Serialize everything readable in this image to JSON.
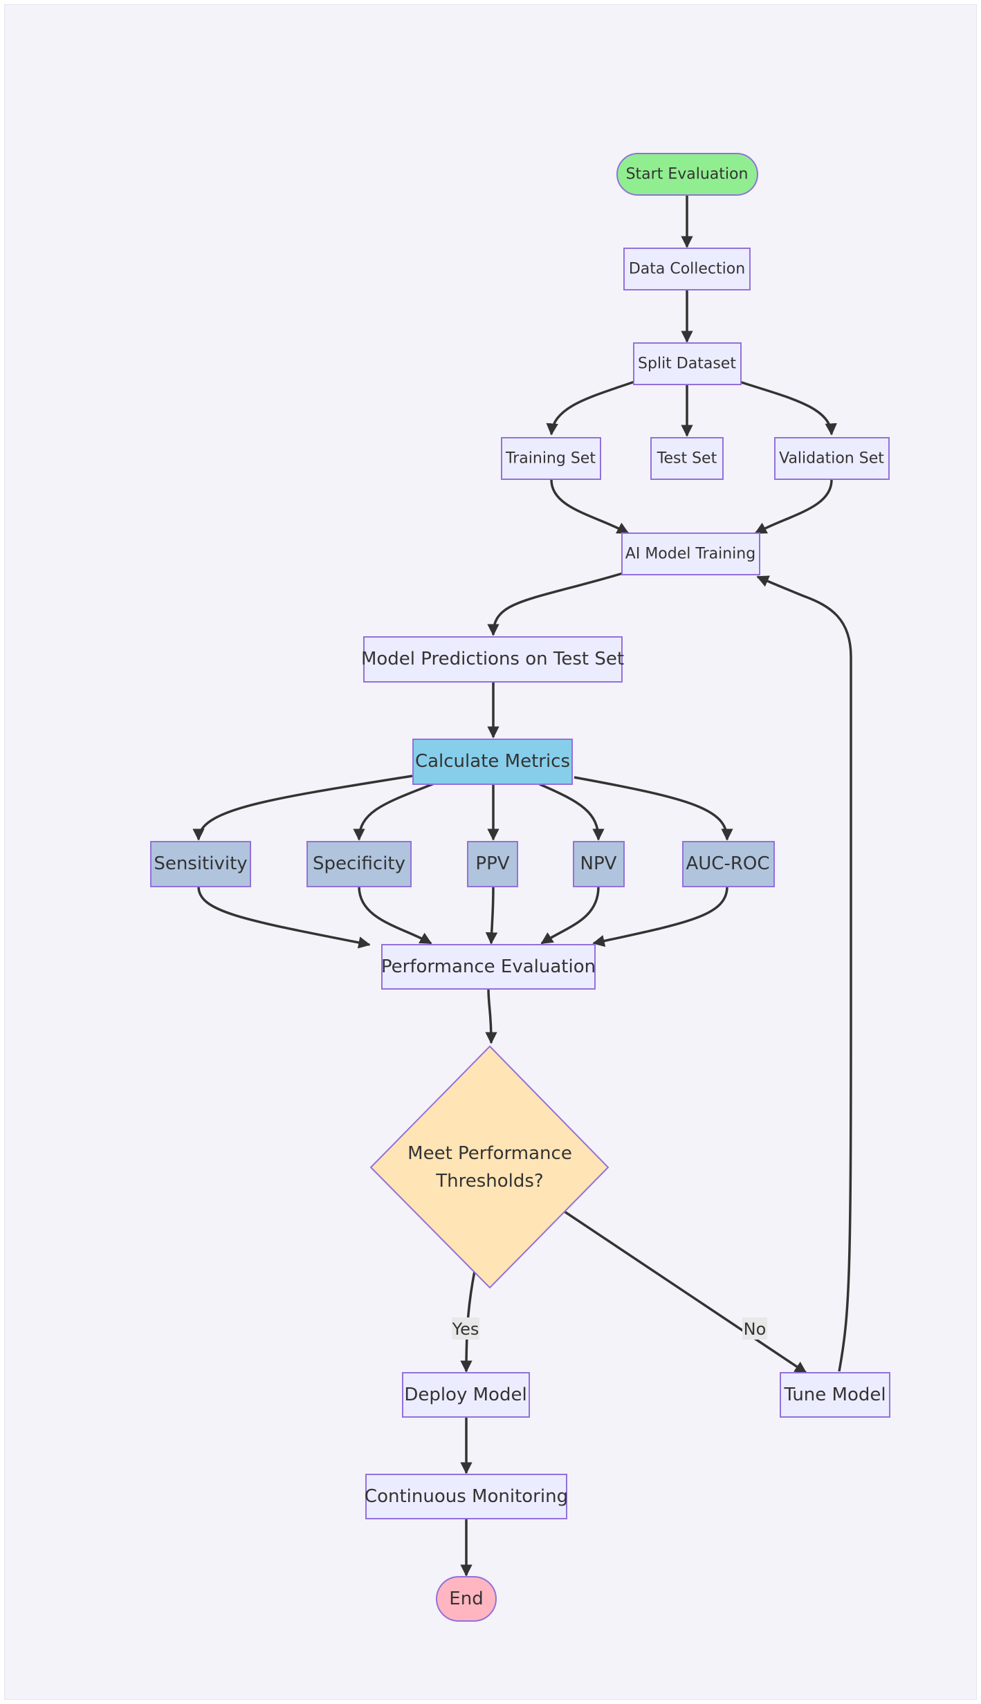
{
  "nodes": {
    "start": "Start Evaluation",
    "data_collection": "Data Collection",
    "split_dataset": "Split Dataset",
    "training_set": "Training Set",
    "test_set": "Test Set",
    "validation_set": "Validation Set",
    "ai_model_training": "AI Model Training",
    "model_predictions": "Model Predictions on Test Set",
    "calculate_metrics": "Calculate Metrics",
    "sensitivity": "Sensitivity",
    "specificity": "Specificity",
    "ppv": "PPV",
    "npv": "NPV",
    "auc_roc": "AUC-ROC",
    "performance_evaluation": "Performance Evaluation",
    "decision_line1": "Meet Performance",
    "decision_line2": "Thresholds?",
    "deploy_model": "Deploy Model",
    "tune_model": "Tune Model",
    "continuous_monitoring": "Continuous Monitoring",
    "end": "End"
  },
  "edge_labels": {
    "yes": "Yes",
    "no": "No"
  },
  "colors": {
    "start_fill": "#90ee90",
    "end_fill": "#ffb6c1",
    "process_fill": "#ececff",
    "metric_fill": "#b0c4de",
    "calc_fill": "#87ceeb",
    "decision_fill": "#ffe4b5",
    "border": "#9370db",
    "edge": "#333333",
    "background": "#f4f3f9"
  }
}
